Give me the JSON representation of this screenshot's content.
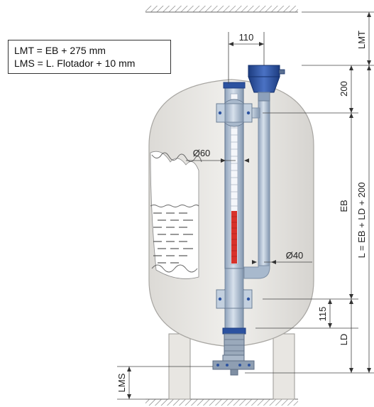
{
  "legend": {
    "line1": "LMT = EB + 275 mm",
    "line2": "LMS = L. Flotador + 10 mm"
  },
  "dimensions": {
    "width_top": "110",
    "lmt": "LMT",
    "head": "200",
    "eb": "EB",
    "total": "L = EB + LD + 200",
    "diameter_main": "Ø60",
    "diameter_bypass": "Ø40",
    "lower": "115",
    "ld": "LD",
    "lms": "LMS"
  },
  "colors": {
    "tank_fill": "#e6e4e0",
    "tube_fill": "#b8c8da",
    "tube_stroke": "#7d8fa6",
    "head_fill": "#2c52a0",
    "indicator_red": "#d8322a",
    "flange_fill": "#a9b9cc"
  }
}
